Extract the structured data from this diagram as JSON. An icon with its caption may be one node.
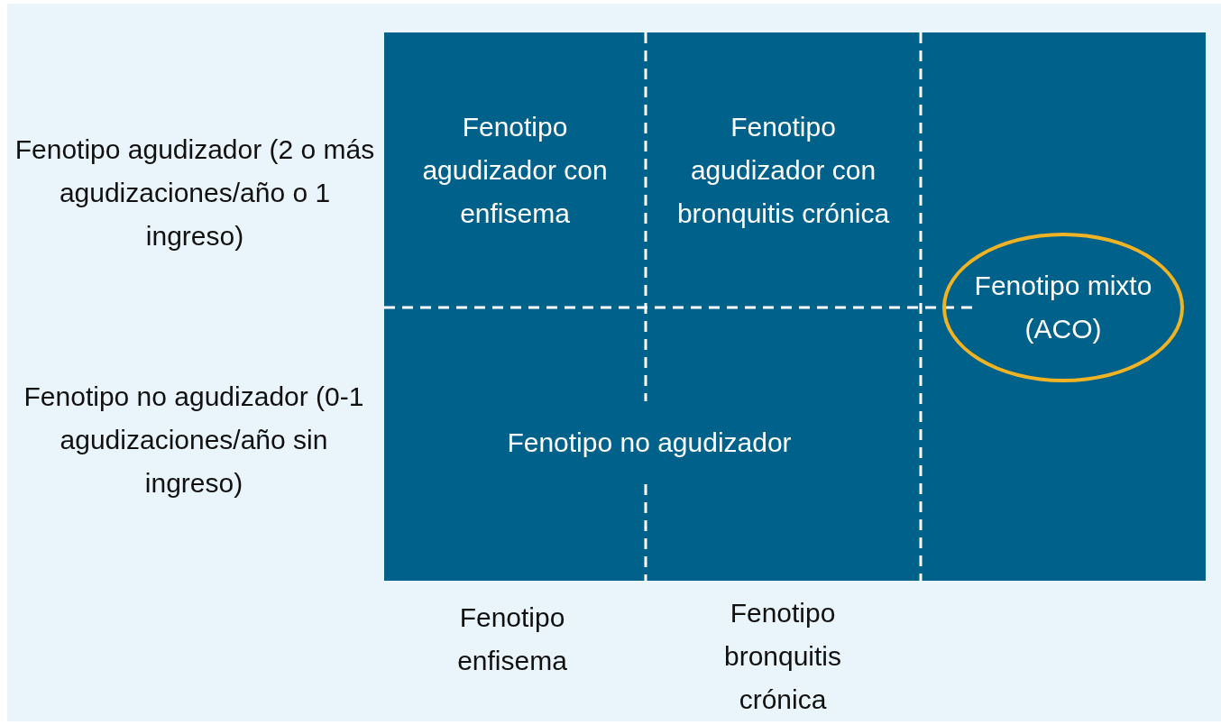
{
  "diagram": {
    "nodes": [
      {
        "text": [
          "Fenotipo agudizador con enfisema"
        ]
      },
      {
        "text": [
          "Fenotipo agudizador con bronquitis crónica"
        ]
      },
      {
        "text": [
          "Fenotipo mixto (ACO)"
        ]
      },
      {
        "text": [
          "Fenotipo no agudizador"
        ]
      }
    ],
    "labels": [
      "Fenotipo agudizador (2 o más agudizaciones/año o 1 ingreso)",
      "Fenotipo no agudizador (0-1 agudizaciones/año sin ingreso)",
      "Fenotipo enfisema",
      "Fenotipo bronquitis crónica"
    ]
  }
}
